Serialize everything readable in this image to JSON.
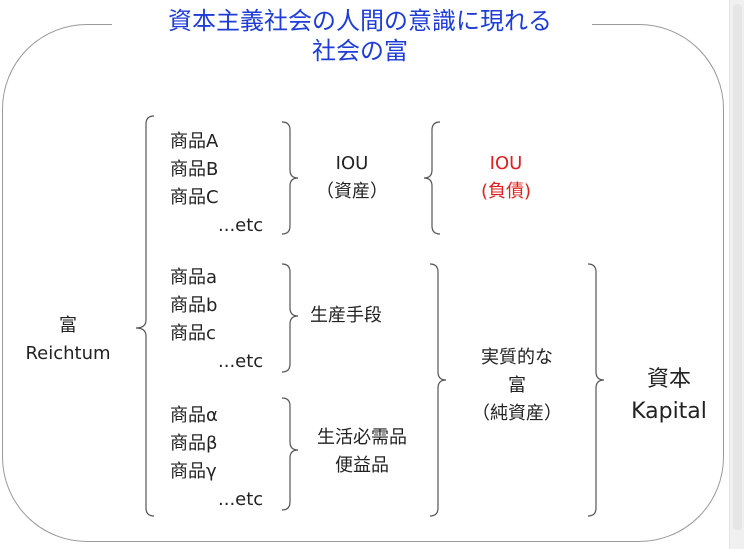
{
  "title": {
    "line1": "資本主義社会の人間の意識に現れる",
    "line2": "社会の富"
  },
  "wealth": {
    "jp": "富",
    "de": "Reichtum"
  },
  "group1": {
    "items": [
      "商品A",
      "商品B",
      "商品C",
      "...etc"
    ],
    "label_top": "IOU",
    "label_bottom": "（資産）"
  },
  "liability": {
    "top": "IOU",
    "bottom": "(負債)"
  },
  "group2": {
    "items": [
      "商品a",
      "商品b",
      "商品c",
      "...etc"
    ],
    "label": "生産手段"
  },
  "group3": {
    "items": [
      "商品α",
      "商品β",
      "商品γ",
      "...etc"
    ],
    "label_top": "生活必需品",
    "label_bottom": "便益品"
  },
  "real_wealth": {
    "line1": "実質的な",
    "line2": "富",
    "line3": "（純資産）"
  },
  "capital": {
    "jp": "資本",
    "de": "Kapital"
  },
  "colors": {
    "title": "#1f3dd6",
    "liability": "#e02020",
    "frame": "#9a9a9a",
    "text": "#222222"
  }
}
